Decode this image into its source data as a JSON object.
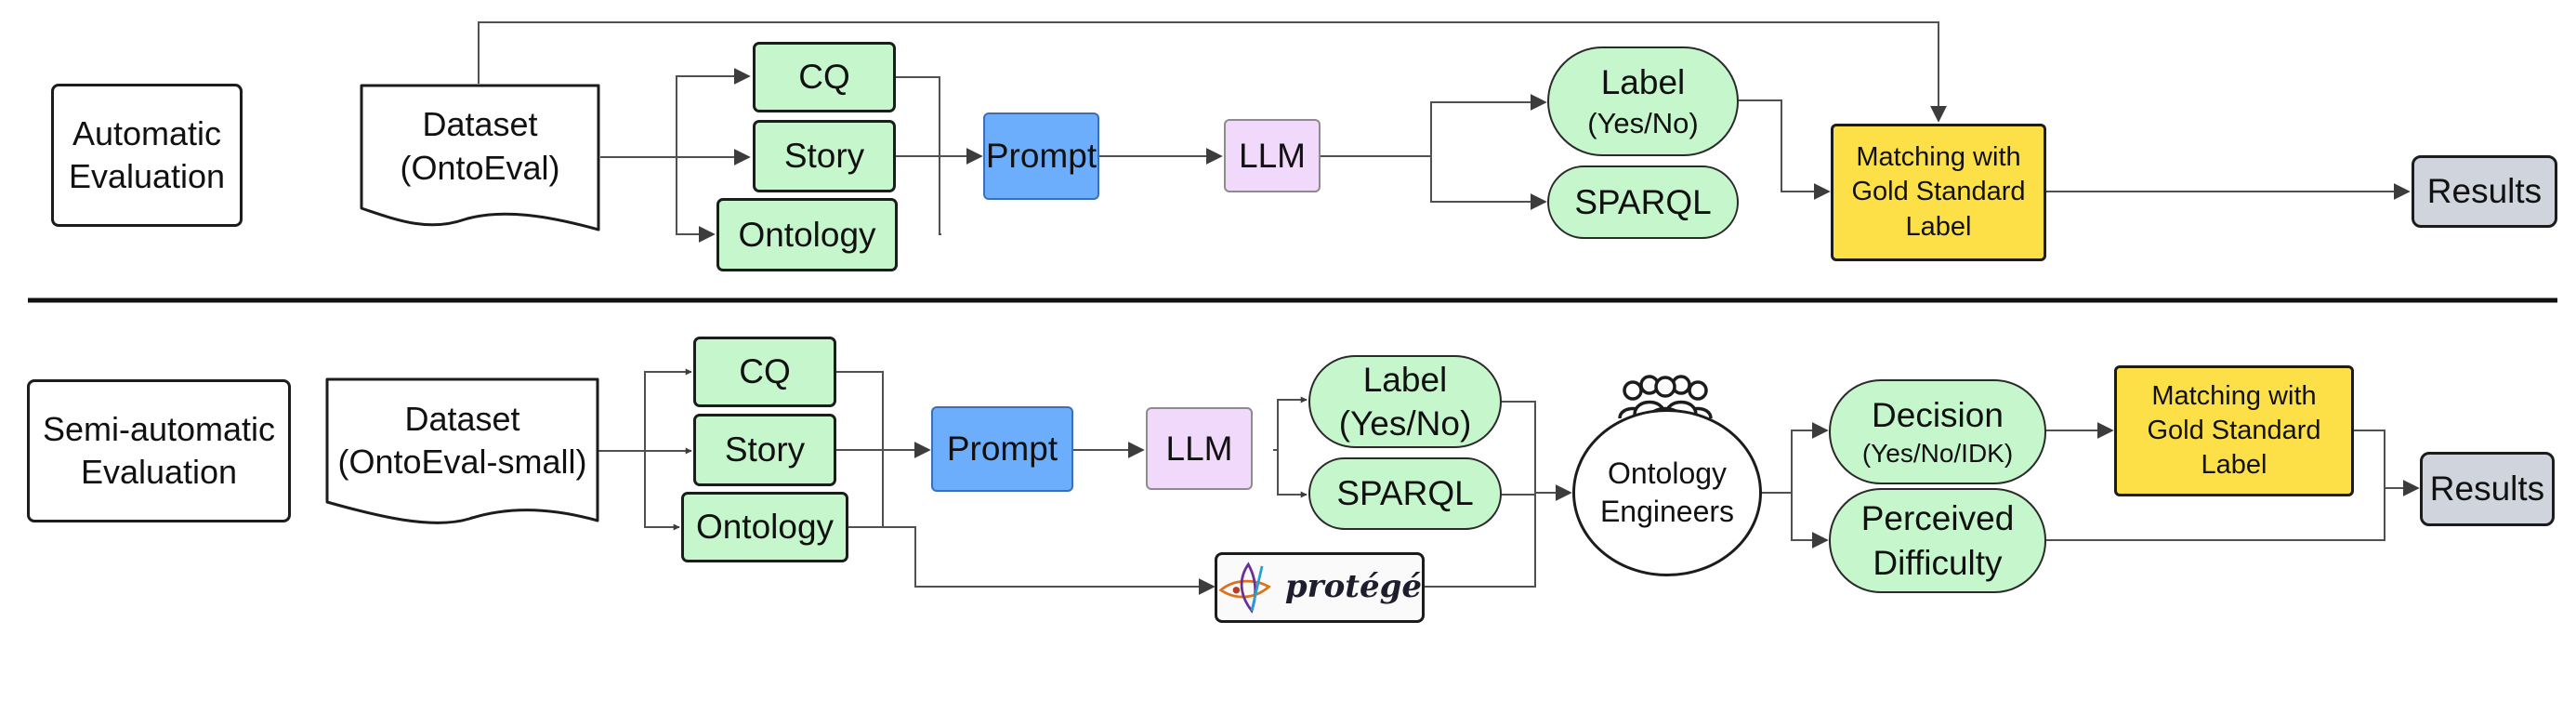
{
  "automatic": {
    "label_line1": "Automatic",
    "label_line2": "Evaluation",
    "dataset_line1": "Dataset",
    "dataset_line2": "(OntoEval)",
    "cq": "CQ",
    "story": "Story",
    "ontology": "Ontology",
    "prompt": "Prompt",
    "llm": "LLM",
    "label_main": "Label",
    "label_sub": "(Yes/No)",
    "sparql": "SPARQL",
    "matching_line1": "Matching with",
    "matching_line2": "Gold Standard",
    "matching_line3": "Label",
    "results": "Results"
  },
  "semi": {
    "label_line1": "Semi-automatic",
    "label_line2": "Evaluation",
    "dataset_line1": "Dataset",
    "dataset_line2": "(OntoEval-small)",
    "cq": "CQ",
    "story": "Story",
    "ontology": "Ontology",
    "prompt": "Prompt",
    "llm": "LLM",
    "label_main": "Label",
    "label_sub": "(Yes/No)",
    "sparql": "SPARQL",
    "protege": "protégé",
    "engineers_line1": "Ontology",
    "engineers_line2": "Engineers",
    "decision_main": "Decision",
    "decision_sub": "(Yes/No/IDK)",
    "difficulty_line1": "Perceived",
    "difficulty_line2": "Difficulty",
    "matching_line1": "Matching with",
    "matching_line2": "Gold Standard",
    "matching_line3": "Label",
    "results": "Results"
  },
  "icons": {
    "people": "people-group-icon",
    "protege_logo": "protege-logo-icon"
  },
  "colors": {
    "input_green": "#c6f6cc",
    "prompt_blue": "#6daefc",
    "llm_lavender": "#f1d9fb",
    "matching_gold": "#fde047",
    "results_gray": "#cfd4dd"
  }
}
